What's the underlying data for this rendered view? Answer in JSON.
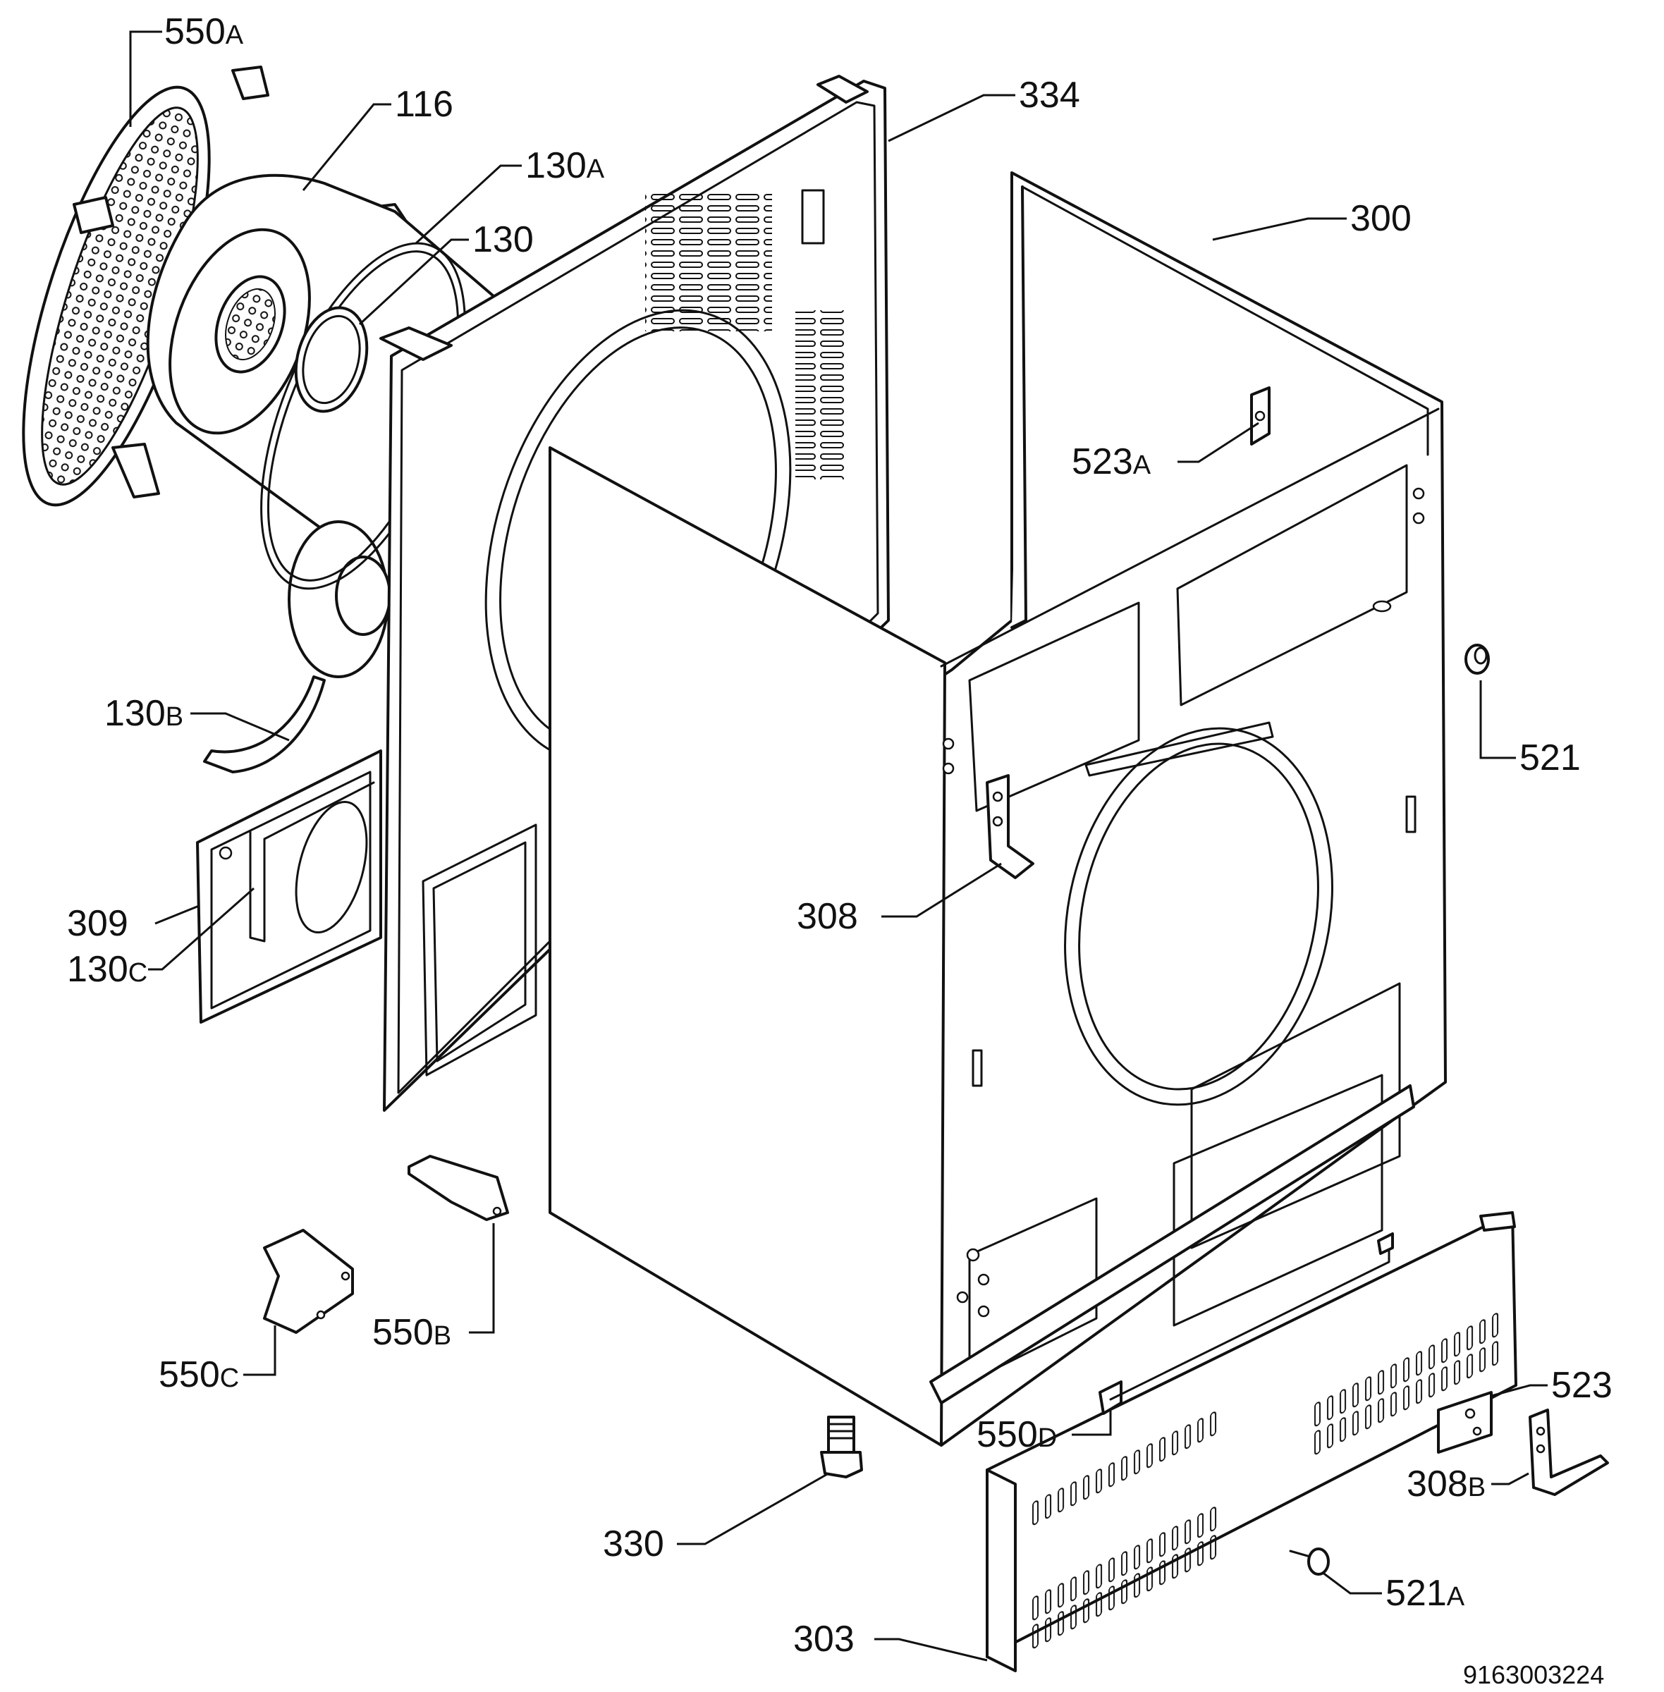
{
  "parts": [
    {
      "id": "p550A",
      "number": "550",
      "suffix": "A"
    },
    {
      "id": "p116",
      "number": "116",
      "suffix": ""
    },
    {
      "id": "p130A",
      "number": "130",
      "suffix": "A"
    },
    {
      "id": "p130",
      "number": "130",
      "suffix": ""
    },
    {
      "id": "p334",
      "number": "334",
      "suffix": ""
    },
    {
      "id": "p300",
      "number": "300",
      "suffix": ""
    },
    {
      "id": "p523A",
      "number": "523",
      "suffix": "A"
    },
    {
      "id": "p521",
      "number": "521",
      "suffix": ""
    },
    {
      "id": "p130B",
      "number": "130",
      "suffix": "B"
    },
    {
      "id": "p308",
      "number": "308",
      "suffix": ""
    },
    {
      "id": "p309",
      "number": "309",
      "suffix": ""
    },
    {
      "id": "p130C",
      "number": "130",
      "suffix": "C"
    },
    {
      "id": "p550B",
      "number": "550",
      "suffix": "B"
    },
    {
      "id": "p550C",
      "number": "550",
      "suffix": "C"
    },
    {
      "id": "p523",
      "number": "523",
      "suffix": ""
    },
    {
      "id": "p550D",
      "number": "550",
      "suffix": "D"
    },
    {
      "id": "p308B",
      "number": "308",
      "suffix": "B"
    },
    {
      "id": "p330",
      "number": "330",
      "suffix": ""
    },
    {
      "id": "p521A",
      "number": "521",
      "suffix": "A"
    },
    {
      "id": "p303",
      "number": "303",
      "suffix": ""
    }
  ],
  "document_number": "9163003224",
  "colors": {
    "line": "#111111",
    "background": "#ffffff"
  }
}
